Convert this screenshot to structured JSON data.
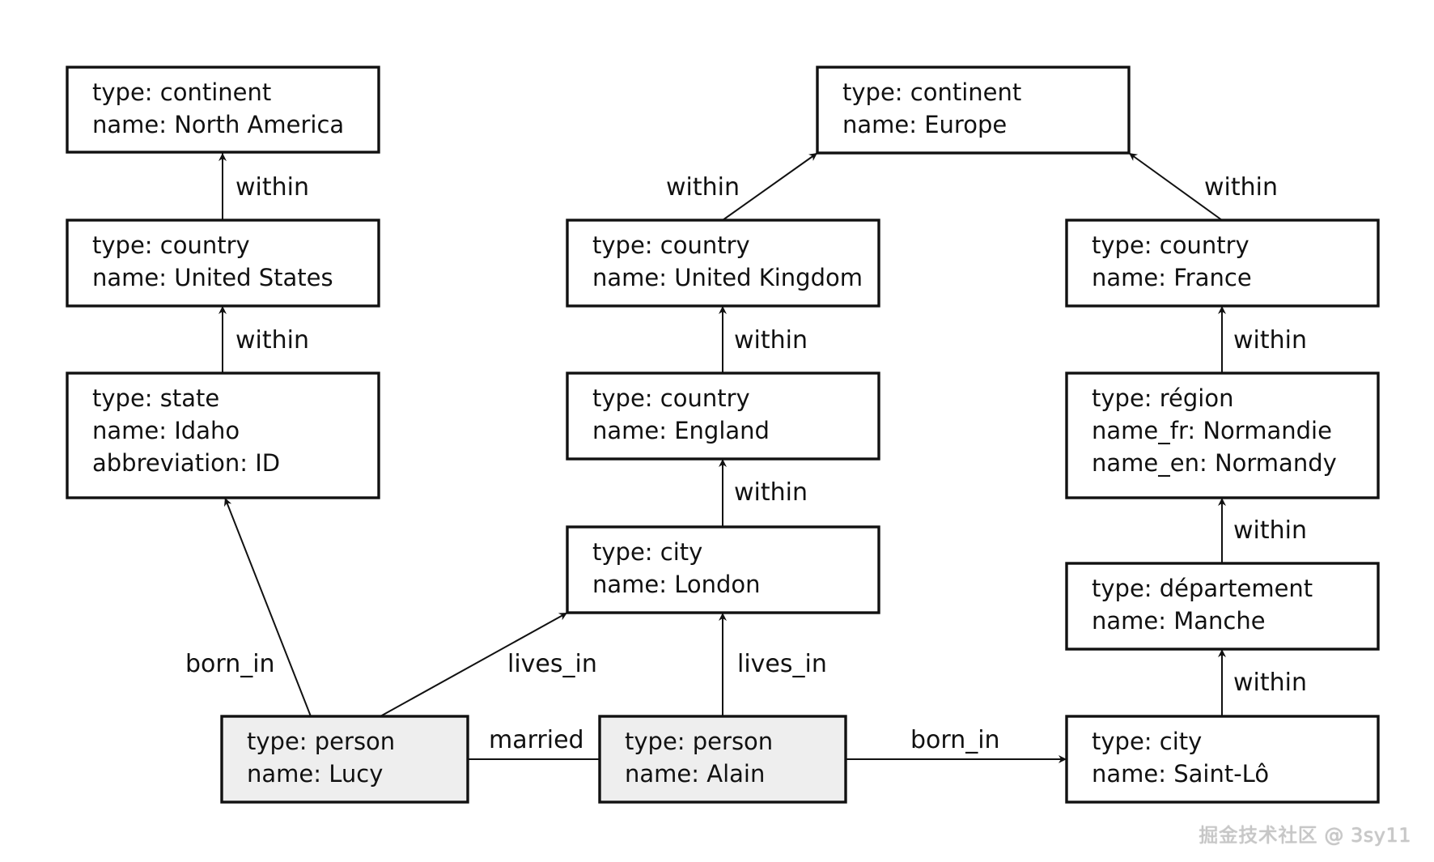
{
  "nodes": [
    {
      "id": "north-america",
      "lines": [
        "type: continent",
        "name: North America"
      ],
      "person": false
    },
    {
      "id": "united-states",
      "lines": [
        "type: country",
        "name: United States"
      ],
      "person": false
    },
    {
      "id": "idaho",
      "lines": [
        "type: state",
        "name: Idaho",
        "abbreviation: ID"
      ],
      "person": false
    },
    {
      "id": "europe",
      "lines": [
        "type: continent",
        "name: Europe"
      ],
      "person": false
    },
    {
      "id": "united-kingdom",
      "lines": [
        "type: country",
        "name: United Kingdom"
      ],
      "person": false
    },
    {
      "id": "england",
      "lines": [
        "type: country",
        "name: England"
      ],
      "person": false
    },
    {
      "id": "london",
      "lines": [
        "type: city",
        "name: London"
      ],
      "person": false
    },
    {
      "id": "france",
      "lines": [
        "type: country",
        "name: France"
      ],
      "person": false
    },
    {
      "id": "normandie",
      "lines": [
        "type: région",
        "name_fr: Normandie",
        "name_en: Normandy"
      ],
      "person": false
    },
    {
      "id": "manche",
      "lines": [
        "type: département",
        "name: Manche"
      ],
      "person": false
    },
    {
      "id": "saint-lo",
      "lines": [
        "type: city",
        "name: Saint-Lô"
      ],
      "person": false
    },
    {
      "id": "lucy",
      "lines": [
        "type: person",
        "name: Lucy"
      ],
      "person": true
    },
    {
      "id": "alain",
      "lines": [
        "type: person",
        "name: Alain"
      ],
      "person": true
    }
  ],
  "edges": [
    {
      "from": "united-states",
      "to": "north-america",
      "label": "within",
      "directed": true
    },
    {
      "from": "idaho",
      "to": "united-states",
      "label": "within",
      "directed": true
    },
    {
      "from": "united-kingdom",
      "to": "europe",
      "label": "within",
      "directed": true
    },
    {
      "from": "france",
      "to": "europe",
      "label": "within",
      "directed": true
    },
    {
      "from": "england",
      "to": "united-kingdom",
      "label": "within",
      "directed": true
    },
    {
      "from": "london",
      "to": "england",
      "label": "within",
      "directed": true
    },
    {
      "from": "normandie",
      "to": "france",
      "label": "within",
      "directed": true
    },
    {
      "from": "manche",
      "to": "normandie",
      "label": "within",
      "directed": true
    },
    {
      "from": "saint-lo",
      "to": "manche",
      "label": "within",
      "directed": true
    },
    {
      "from": "lucy",
      "to": "idaho",
      "label": "born_in",
      "directed": true
    },
    {
      "from": "lucy",
      "to": "london",
      "label": "lives_in",
      "directed": true
    },
    {
      "from": "alain",
      "to": "london",
      "label": "lives_in",
      "directed": true
    },
    {
      "from": "lucy",
      "to": "alain",
      "label": "married",
      "directed": false
    },
    {
      "from": "alain",
      "to": "saint-lo",
      "label": "born_in",
      "directed": true
    }
  ],
  "watermark": "掘金技术社区 @ 3sy11"
}
